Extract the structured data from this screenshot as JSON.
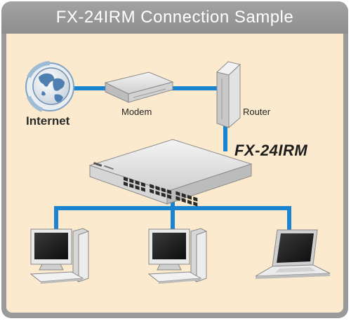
{
  "title": "FX-24IRM Connection Sample",
  "labels": {
    "internet": "Internet",
    "modem": "Modem",
    "router": "Router",
    "product": "FX-24IRM"
  },
  "colors": {
    "cable": "#1b84d0",
    "background": "#fbeacd",
    "frame": "#9a9a9a"
  },
  "icons": [
    "globe-icon",
    "modem-icon",
    "router-icon",
    "switch-icon",
    "desktop-pc-icon",
    "laptop-icon"
  ]
}
